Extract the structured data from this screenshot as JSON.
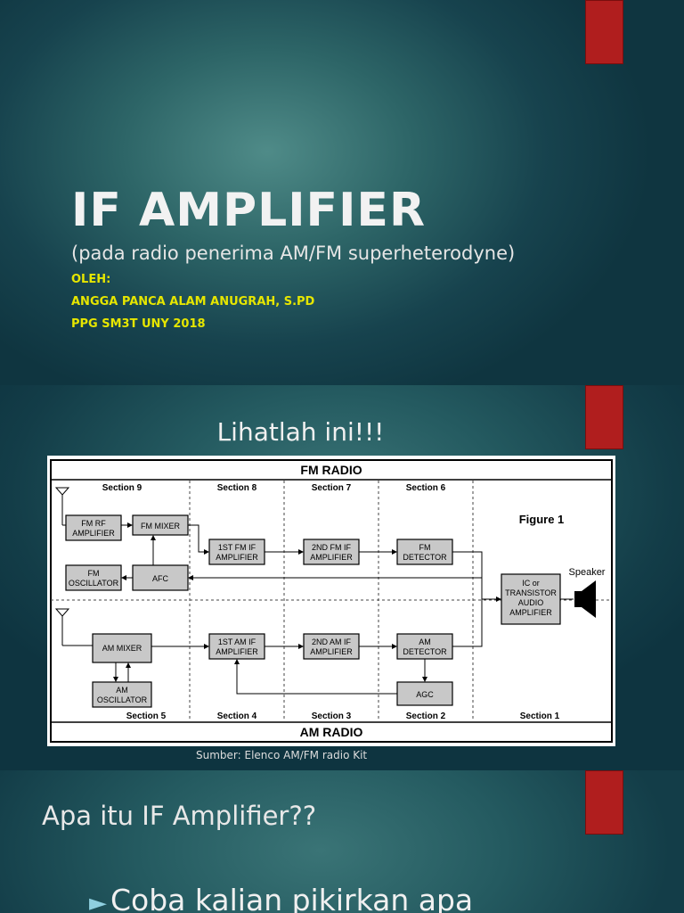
{
  "slide1": {
    "title": "IF AMPLIFIER",
    "subtitle": "(pada radio penerima AM/FM superheterodyne)",
    "author_lines": [
      "OLEH:",
      "ANGGA PANCA ALAM ANUGRAH, S.PD",
      "PPG SM3T UNY 2018"
    ]
  },
  "slide2": {
    "heading": "Lihatlah ini!!!",
    "caption": "Sumber: Elenco AM/FM radio Kit",
    "diagram": {
      "fm_title": "FM RADIO",
      "am_title": "AM RADIO",
      "figure_label": "Figure 1",
      "speaker_label": "Speaker",
      "sections_top": [
        "Section 9",
        "Section 8",
        "Section 7",
        "Section 6"
      ],
      "sections_bottom": [
        "Section 5",
        "Section 4",
        "Section 3",
        "Section 2",
        "Section 1"
      ],
      "blocks": {
        "fm_rf_amp": [
          "FM RF",
          "AMPLIFIER"
        ],
        "fm_mixer": [
          "FM MIXER"
        ],
        "fm_osc": [
          "FM",
          "OSCILLATOR"
        ],
        "afc": [
          "AFC"
        ],
        "fm_if1": [
          "1ST FM IF",
          "AMPLIFIER"
        ],
        "fm_if2": [
          "2ND FM IF",
          "AMPLIFIER"
        ],
        "fm_det": [
          "FM",
          "DETECTOR"
        ],
        "audio_amp": [
          "IC or",
          "TRANSISTOR",
          "AUDIO",
          "AMPLIFIER"
        ],
        "am_mixer": [
          "AM MIXER"
        ],
        "am_osc": [
          "AM",
          "OSCILLATOR"
        ],
        "am_if1": [
          "1ST AM IF",
          "AMPLIFIER"
        ],
        "am_if2": [
          "2ND AM IF",
          "AMPLIFIER"
        ],
        "am_det": [
          "AM",
          "DETECTOR"
        ],
        "agc": [
          "AGC"
        ]
      }
    }
  },
  "slide3": {
    "heading": "Apa itu IF Amplifier??",
    "bullet": "Coba kalian pikirkan apa"
  },
  "colors": {
    "title_yellow": "#e6e600",
    "red_tab": "#b01e1e",
    "block_gray": "#c8c8c8"
  }
}
